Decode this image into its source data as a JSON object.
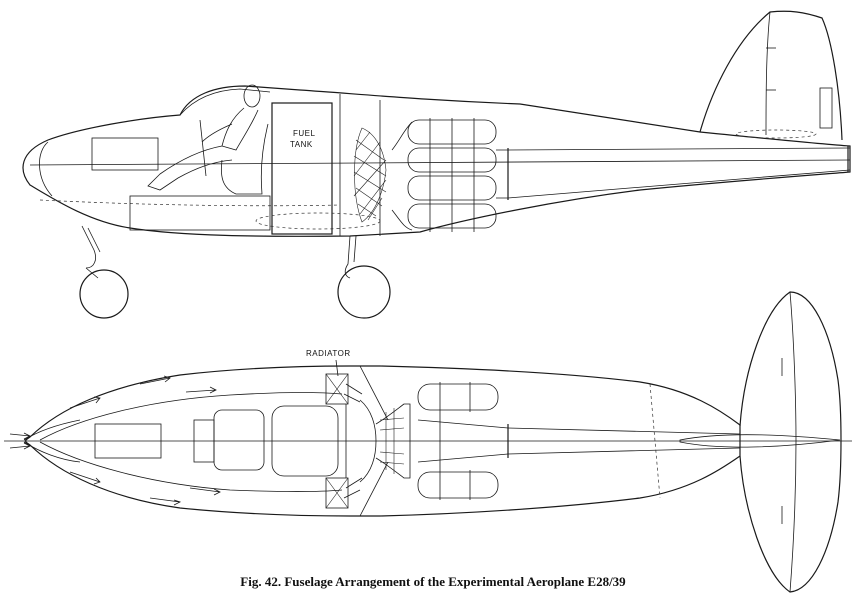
{
  "labels": {
    "fuel_tank_line1": "FUEL",
    "fuel_tank_line2": "TANK",
    "radiator": "RADIATOR"
  },
  "caption": "Fig. 42. Fuselage Arrangement of the Experimental Aeroplane E28/39"
}
